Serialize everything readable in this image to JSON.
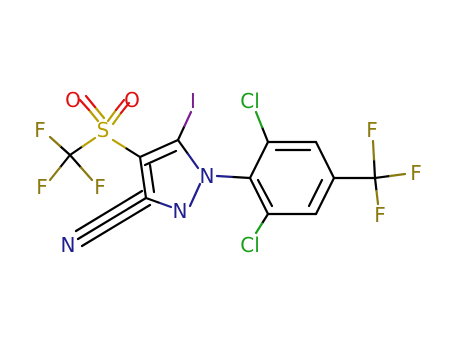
{
  "molecule": {
    "colors": {
      "carbon_bond": "#000000",
      "nitrogen": "#1f1f8f",
      "oxygen": "#e01010",
      "sulfur": "#b8a000",
      "fluorine": "#8a7a10",
      "iodine": "#7a2090",
      "chlorine": "#1aa01a",
      "background": "#ffffff"
    },
    "atoms": {
      "F1": "F",
      "F2": "F",
      "F3": "F",
      "S": "S",
      "O1": "O",
      "O2": "O",
      "I": "I",
      "N1": "N",
      "N2": "N",
      "N_nitrile": "N",
      "Cl_top": "Cl",
      "Cl_bottom": "Cl",
      "F4": "F",
      "F5": "F",
      "F6": "F"
    }
  }
}
